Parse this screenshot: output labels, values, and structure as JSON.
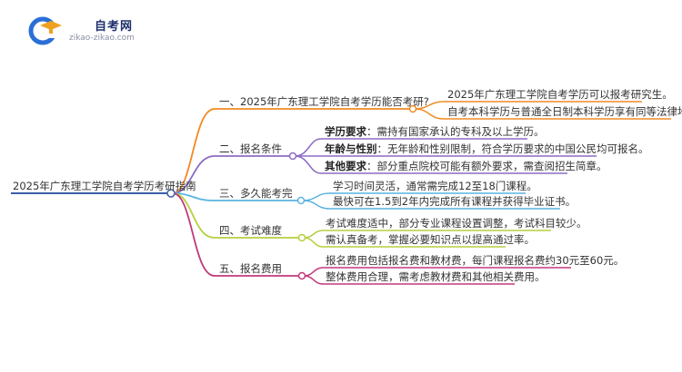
{
  "logo": {
    "title": "自考网",
    "url": "zikao-zikao.com"
  },
  "root": {
    "label": "2025年广东理工学院自考学历考研指南"
  },
  "branches": [
    {
      "label": "一、2025年广东理工学院自考学历能否考研?",
      "color": "#f08a24",
      "items": [
        {
          "text": "2025年广东理工学院自考学历可以报考研究生。"
        },
        {
          "text": "自考本科学历与普通全日制本科学历享有同等法律地位。"
        }
      ]
    },
    {
      "label": "二、报名条件",
      "color": "#8b6bc4",
      "items": [
        {
          "bold": "学历要求",
          "text": "：需持有国家承认的专科及以上学历。"
        },
        {
          "bold": "年龄与性别",
          "text": "：无年龄和性别限制，符合学历要求的中国公民均可报名。"
        },
        {
          "bold": "其他要求",
          "text": "：部分重点院校可能有额外要求，需查阅招生简章。"
        }
      ]
    },
    {
      "label": "三、多久能考完",
      "color": "#5ab3e0",
      "items": [
        {
          "text": "学习时间灵活，通常需完成12至18门课程。"
        },
        {
          "text": "最快可在1.5到2年内完成所有课程并获得毕业证书。"
        }
      ]
    },
    {
      "label": "四、考试难度",
      "color": "#b5cf3e",
      "items": [
        {
          "text": "考试难度适中，部分专业课程设置调整，考试科目较少。"
        },
        {
          "text": "需认真备考，掌握必要知识点以提高通过率。"
        }
      ]
    },
    {
      "label": "五、报名费用",
      "color": "#c03a7a",
      "items": [
        {
          "text": "报名费用包括报名费和教材费，每门课程报名费约30元至60元。"
        },
        {
          "text": "整体费用合理，需考虑教材费和其他相关费用。"
        }
      ]
    }
  ]
}
